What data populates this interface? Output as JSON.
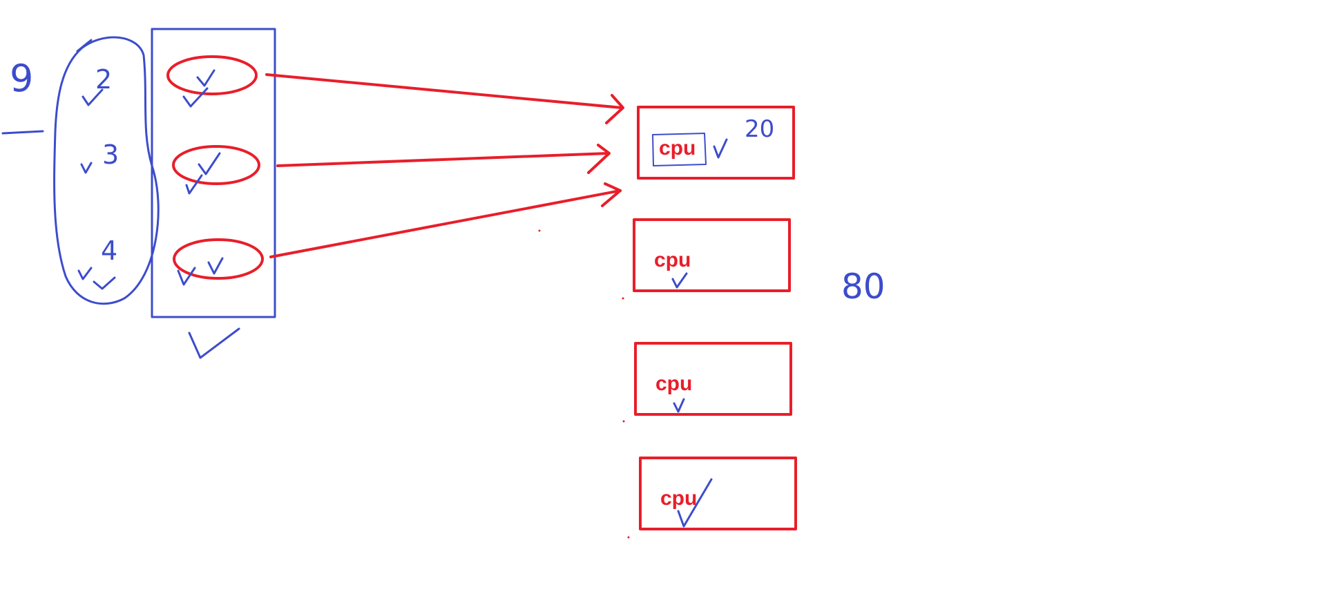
{
  "left_group": {
    "outer_number": "9",
    "items": [
      "2",
      "3",
      "4"
    ]
  },
  "cpu_boxes": [
    {
      "label": "cpu",
      "note": "20"
    },
    {
      "label": "cpu"
    },
    {
      "label": "cpu"
    },
    {
      "label": "cpu"
    }
  ],
  "side_note": "80",
  "colors": {
    "blue_ink": "#3c4ccc",
    "red_ink": "#e81e2a",
    "background": "#ffffff"
  }
}
